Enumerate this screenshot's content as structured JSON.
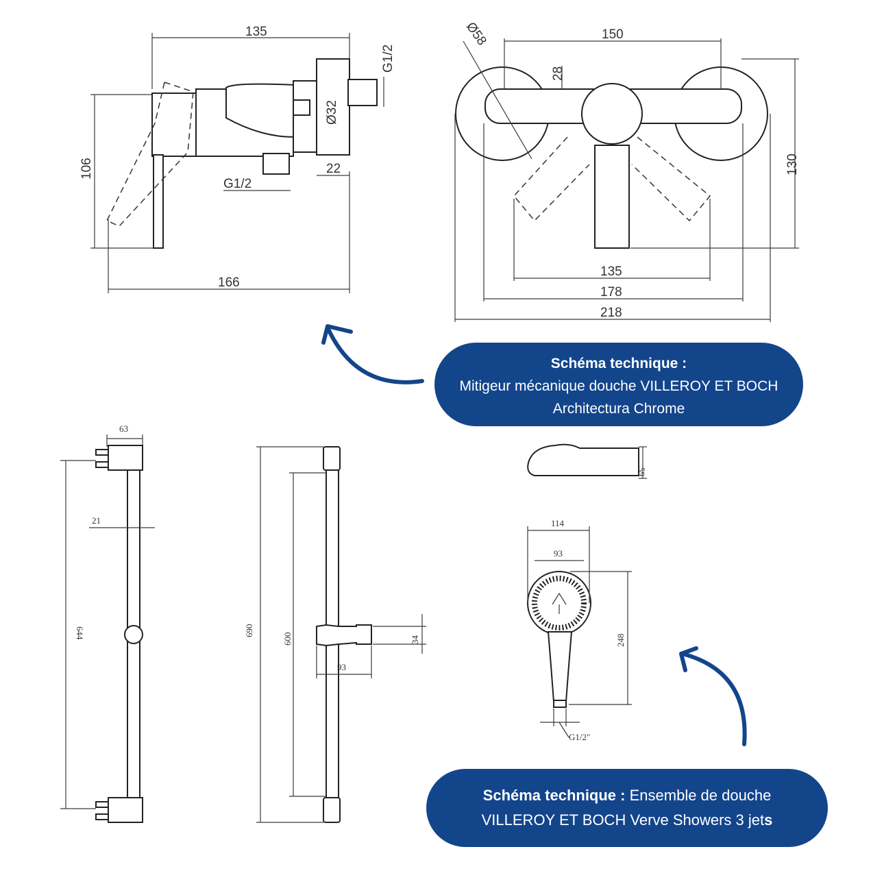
{
  "dimensions": {
    "mixer_side": {
      "top_width": "135",
      "height": "106",
      "bottom_width": "166",
      "thread_top": "G1/2",
      "thread_bottom": "G1/2",
      "diameter": "Ø32",
      "depth": "22"
    },
    "mixer_front": {
      "rose_diameter": "Ø58",
      "center_distance": "150",
      "offset": "28",
      "height": "130",
      "width_1": "135",
      "width_2": "178",
      "width_3": "218"
    },
    "rail_side": {
      "top": "63",
      "bar": "21",
      "length": "644"
    },
    "rail_front": {
      "length_total": "690",
      "length_inner": "600",
      "slider_height": "34",
      "slider_width": "93"
    },
    "soap_dish": {
      "height": "59"
    },
    "hand_shower": {
      "width_head": "114",
      "width_inner": "93",
      "length": "248",
      "thread": "G1/2\""
    }
  },
  "callouts": {
    "mixer": {
      "title": "Schéma technique :",
      "line1": "Mitigeur mécanique douche VILLEROY ET BOCH",
      "line2": "Architectura Chrome"
    },
    "shower": {
      "title": "Schéma technique :",
      "text1": " Ensemble de douche",
      "line2": "VILLEROY ET BOCH Verve Showers 3 jet",
      "line2_end": "s"
    }
  },
  "colors": {
    "callout_bg": "#13458b",
    "callout_text": "#ffffff",
    "arrow": "#13458b",
    "line": "#3a3a3a"
  }
}
